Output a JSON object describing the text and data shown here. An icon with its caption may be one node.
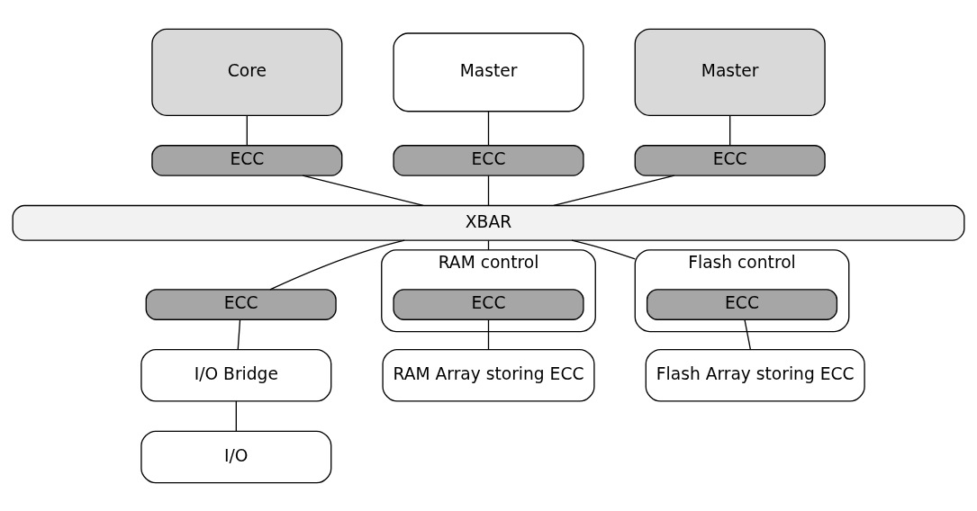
{
  "diagram": {
    "nodes": [
      {
        "text": [
          "Core"
        ]
      },
      {
        "text": [
          "Master"
        ]
      },
      {
        "text": [
          "Master"
        ]
      },
      {
        "text": [
          "ECC"
        ]
      },
      {
        "text": [
          "ECC"
        ]
      },
      {
        "text": [
          "ECC"
        ]
      },
      {
        "text": [
          "XBAR"
        ]
      },
      {
        "text": [
          "ECC"
        ]
      },
      {
        "text": [
          "I/O Bridge"
        ]
      },
      {
        "text": [
          "RAM control"
        ]
      },
      {
        "text": [
          "ECC"
        ],
        "in": 9
      },
      {
        "text": [
          "Flash control"
        ]
      },
      {
        "text": [
          "ECC"
        ],
        "in": 11
      },
      {
        "text": [
          "I/O"
        ]
      },
      {
        "text": [
          "RAM Array storing ECC"
        ]
      },
      {
        "text": [
          "Flash Array storing ECC"
        ]
      }
    ],
    "edges": [
      {
        "from": 0,
        "to": 3,
        "arrow": "none"
      },
      {
        "from": 1,
        "to": 4,
        "arrow": "none"
      },
      {
        "from": 2,
        "to": 5,
        "arrow": "none"
      },
      {
        "from": 3,
        "to": 6,
        "arrow": "none"
      },
      {
        "from": 4,
        "to": 6,
        "arrow": "none"
      },
      {
        "from": 5,
        "to": 6,
        "arrow": "none"
      },
      {
        "from": 6,
        "to": 7,
        "arrow": "none"
      },
      {
        "from": 7,
        "to": 8,
        "arrow": "none"
      },
      {
        "from": 6,
        "to": 9,
        "arrow": "none"
      },
      {
        "from": 6,
        "to": 11,
        "arrow": "none"
      },
      {
        "from": 8,
        "to": 13,
        "arrow": "none"
      },
      {
        "from": 10,
        "to": 14,
        "arrow": "none"
      },
      {
        "from": 12,
        "to": 15,
        "arrow": "none"
      }
    ]
  }
}
